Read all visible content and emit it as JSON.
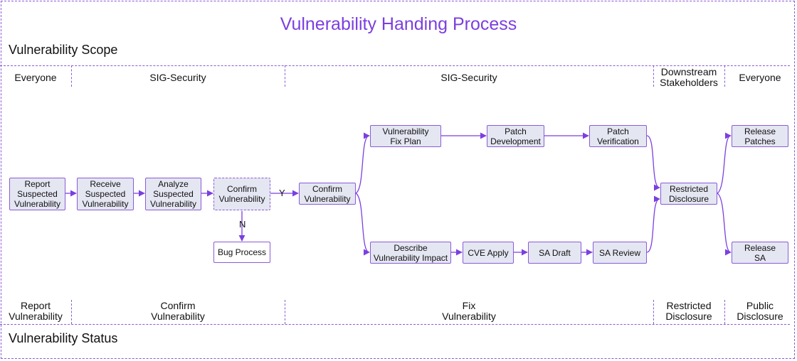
{
  "title": "Vulnerability Handing Process",
  "scope_label": "Vulnerability Scope",
  "status_label": "Vulnerability Status",
  "scope_columns": [
    "Everyone",
    "SIG-Security",
    "SIG-Security",
    "Downstream\nStakeholders",
    "Everyone"
  ],
  "status_columns": [
    "Report\nVulnerability",
    "Confirm\nVulnerability",
    "Fix\nVulnerability",
    "Restricted\nDisclosure",
    "Public\nDisclosure"
  ],
  "nodes": {
    "report": "Report\nSuspected\nVulnerability",
    "receive": "Receive\nSuspected\nVulnerability",
    "analyze": "Analyze\nSuspected\nVulnerability",
    "confirm_q": "Confirm\nVulnerability",
    "bug": "Bug Process",
    "confirmed": "Confirm\nVulnerability",
    "fix_plan": "Vulnerability\nFix Plan",
    "patch_dev": "Patch\nDevelopment",
    "patch_ver": "Patch\nVerification",
    "describe": "Describe\nVulnerability Impact",
    "cve": "CVE Apply",
    "sa_draft": "SA Draft",
    "sa_review": "SA Review",
    "restricted": "Restricted\nDisclosure",
    "release_patches": "Release\nPatches",
    "release_sa": "Release\nSA"
  },
  "edge_labels": {
    "yes": "Y",
    "no": "N"
  },
  "colors": {
    "accent": "#7b3fe0",
    "border": "#8a5cd6",
    "node_fill": "#e4e6f2"
  }
}
